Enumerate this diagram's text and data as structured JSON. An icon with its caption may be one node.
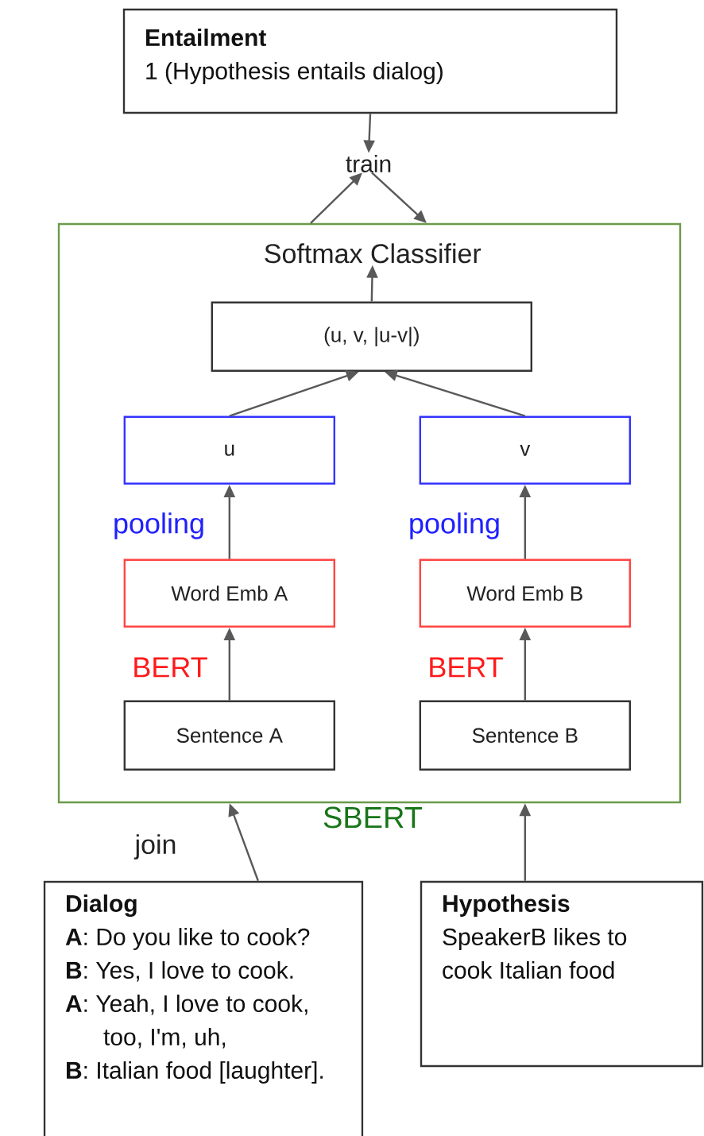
{
  "diagram": {
    "nodes": [
      {
        "text": [
          "Entailment",
          "1 (Hypothesis entails dialog)"
        ]
      },
      {
        "text": [
          "train"
        ]
      },
      {
        "text": [
          "SBERT"
        ]
      },
      {
        "text": [
          "Softmax Classifier"
        ],
        "in": 2
      },
      {
        "text": [
          "(u, v, |u-v|)"
        ],
        "in": 2
      },
      {
        "text": [
          "u"
        ],
        "in": 2
      },
      {
        "text": [
          "v"
        ],
        "in": 2
      },
      {
        "text": [
          "Word Emb A"
        ],
        "in": 2
      },
      {
        "text": [
          "Word Emb B"
        ],
        "in": 2
      },
      {
        "text": [
          "Sentence A"
        ],
        "in": 2
      },
      {
        "text": [
          "Sentence B"
        ],
        "in": 2
      },
      {
        "text": [
          "Dialog",
          "**A**: Do you like to cook?",
          "**B**: Yes, I love to cook.",
          "**A**: Yeah, I love to cook, too, I'm, uh,",
          "**B**: Italian food [laughter]."
        ]
      },
      {
        "text": [
          "Hypothesis",
          "SpeakerB likes to cook Italian food"
        ]
      }
    ],
    "edges": [
      {
        "from": 0,
        "to": 1,
        "arrow": "to"
      },
      {
        "from": 2,
        "to": 1,
        "arrow": "to"
      },
      {
        "from": 1,
        "to": 2,
        "arrow": "to"
      },
      {
        "from": 4,
        "to": 3,
        "arrow": "to"
      },
      {
        "from": 5,
        "to": 4,
        "arrow": "to"
      },
      {
        "from": 6,
        "to": 4,
        "arrow": "to"
      },
      {
        "from": 7,
        "to": 5,
        "arrow": "to",
        "label": "pooling"
      },
      {
        "from": 8,
        "to": 6,
        "arrow": "to",
        "label": "pooling"
      },
      {
        "from": 9,
        "to": 7,
        "arrow": "to",
        "label": "BERT"
      },
      {
        "from": 10,
        "to": 8,
        "arrow": "to",
        "label": "BERT"
      },
      {
        "from": 11,
        "to": 2,
        "arrow": "to",
        "label": "join"
      },
      {
        "from": 12,
        "to": 2,
        "arrow": "to"
      }
    ]
  }
}
